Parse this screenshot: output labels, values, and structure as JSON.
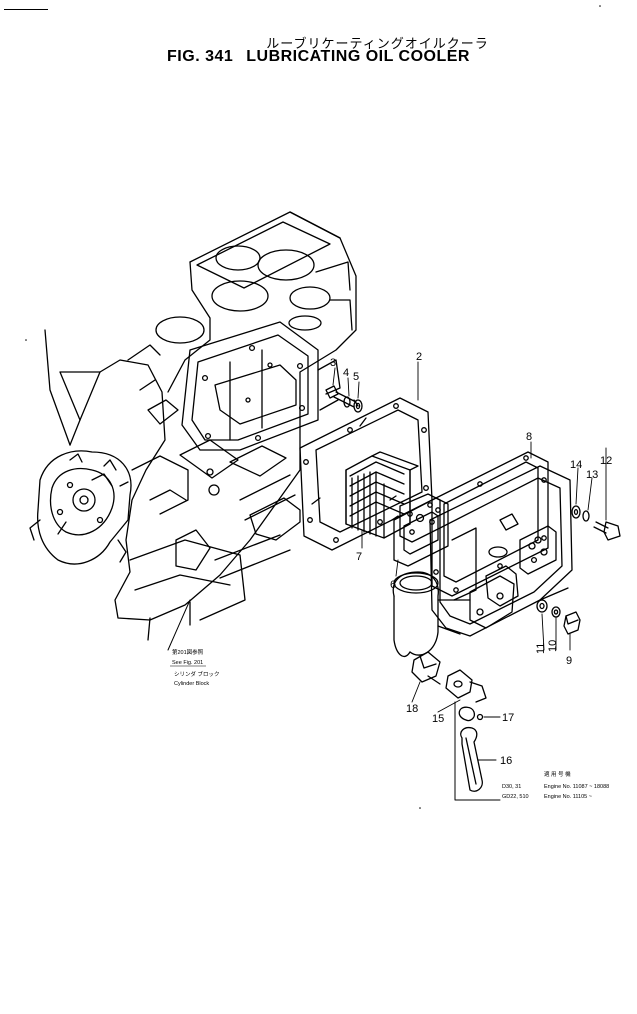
{
  "title": {
    "jp": "ルーブリケーティングオイルクーラ",
    "fig": "FIG. 341",
    "name": "LUBRICATING OIL COOLER"
  },
  "callouts": [
    "2",
    "3",
    "4",
    "5",
    "6",
    "7",
    "8",
    "9",
    "10",
    "11",
    "12",
    "13",
    "14",
    "15",
    "16",
    "17",
    "18"
  ],
  "cylinder_block_ref": {
    "jp_ref": "第201図参照",
    "see": "See Fig. 201",
    "jp_name": "シリンダ ブロック",
    "name": "Cylinder Block"
  },
  "applicability": {
    "header": "適 用 号 機",
    "row1_models": "D30, 31",
    "row1_engine": "Engine No. 11087 ~ 18088",
    "row2_models": "GD22, 510",
    "row2_engine": "Engine No. 11105 ~"
  },
  "colors": {
    "ink": "#000000",
    "paper": "#ffffff"
  }
}
